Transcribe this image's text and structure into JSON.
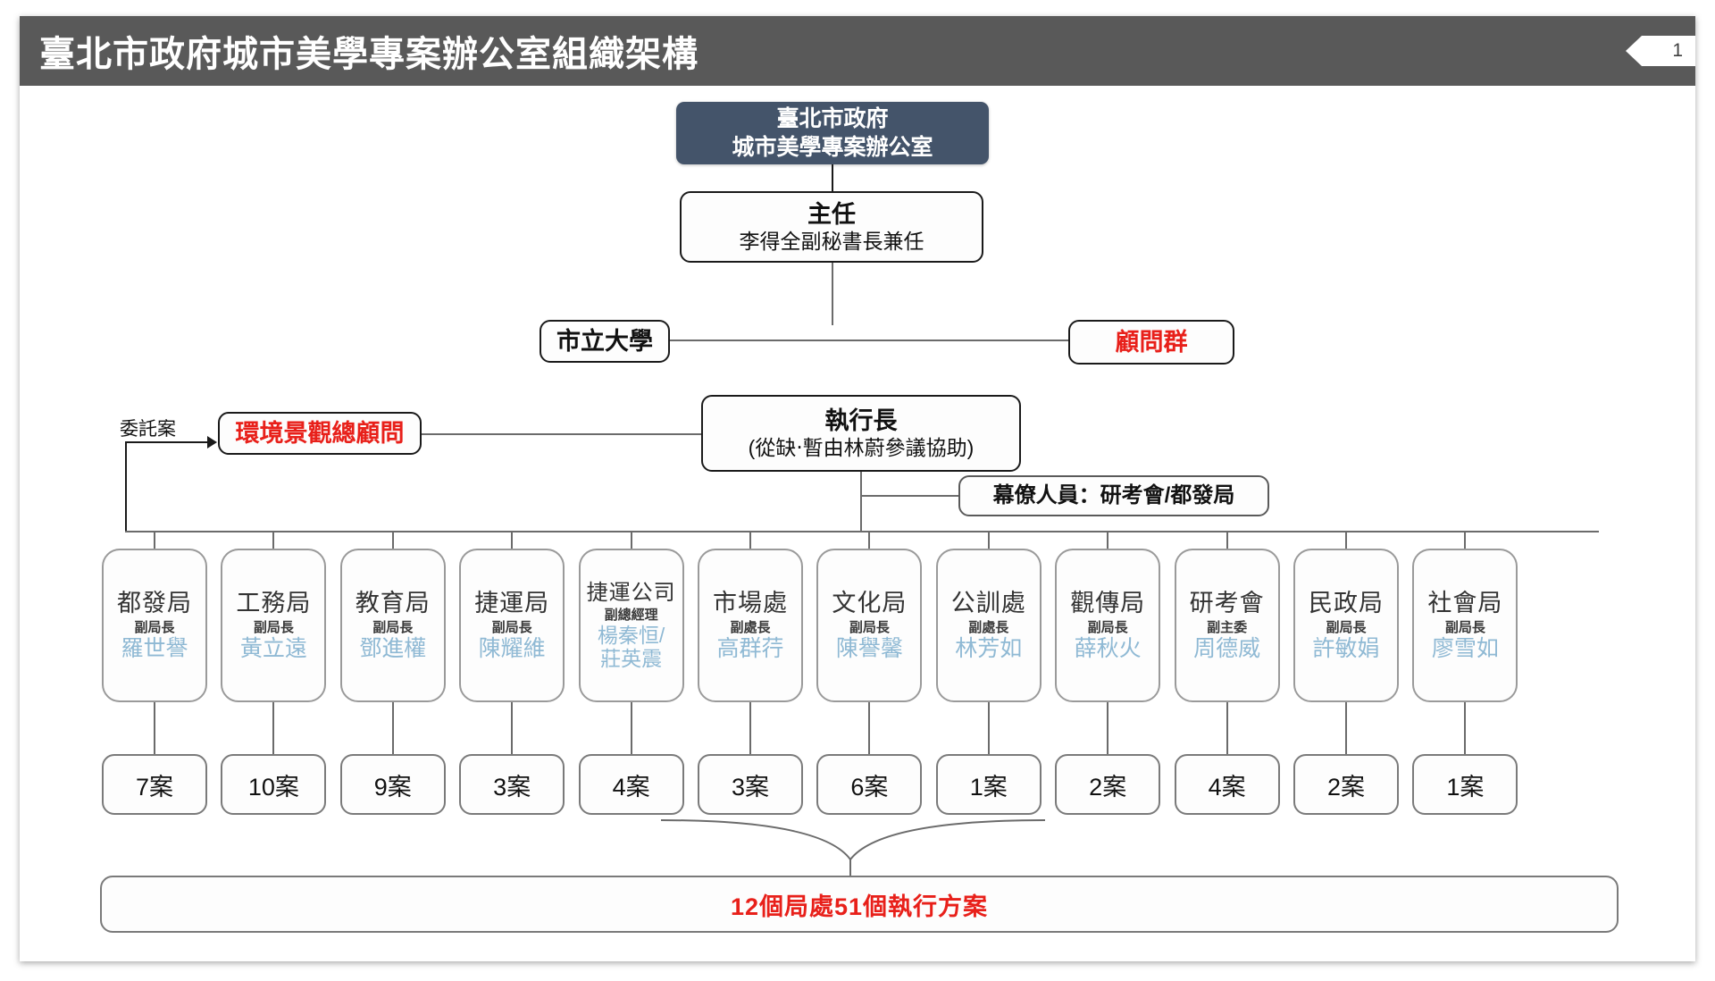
{
  "header": {
    "title": "臺北市政府城市美學專案辦公室組織架構",
    "page_number": "1",
    "bar_color": "#595959"
  },
  "org": {
    "root": {
      "line1": "臺北市政府",
      "line2": "城市美學專案辦公室",
      "color": "#44546a"
    },
    "director": {
      "line1": "主任",
      "line2": "李得全副秘書長兼任"
    },
    "city_university": {
      "label": "市立大學"
    },
    "advisor_group": {
      "label": "顧問群",
      "color": "#e8201a"
    },
    "commission_label": "委託案",
    "chief_advisor": {
      "label": "環境景觀總顧問",
      "color": "#e8201a"
    },
    "executive": {
      "line1": "執行長",
      "line2": "(從缺‧暫由林蔚參議協助)"
    },
    "staff": {
      "label": "幕僚人員：研考會/都發局"
    }
  },
  "departments": [
    {
      "name": "都發局",
      "title": "副局長",
      "person": "羅世譽",
      "cases": "7案"
    },
    {
      "name": "工務局",
      "title": "副局長",
      "person": "黃立遠",
      "cases": "10案"
    },
    {
      "name": "教育局",
      "title": "副局長",
      "person": "鄧進權",
      "cases": "9案"
    },
    {
      "name": "捷運局",
      "title": "副局長",
      "person": "陳耀維",
      "cases": "3案"
    },
    {
      "name": "捷運公司",
      "title": "副總經理",
      "person": "楊秦恒/\n莊英震",
      "cases": "4案"
    },
    {
      "name": "市場處",
      "title": "副處長",
      "person": "高群荇",
      "cases": "3案"
    },
    {
      "name": "文化局",
      "title": "副局長",
      "person": "陳譽馨",
      "cases": "6案"
    },
    {
      "name": "公訓處",
      "title": "副處長",
      "person": "林芳如",
      "cases": "1案"
    },
    {
      "name": "觀傳局",
      "title": "副局長",
      "person": "薛秋火",
      "cases": "2案"
    },
    {
      "name": "研考會",
      "title": "副主委",
      "person": "周德威",
      "cases": "4案"
    },
    {
      "name": "民政局",
      "title": "副局長",
      "person": "許敏娟",
      "cases": "2案"
    },
    {
      "name": "社會局",
      "title": "副局長",
      "person": "廖雪如",
      "cases": "1案"
    }
  ],
  "summary": {
    "label": "12個局處51個執行方案",
    "color": "#e8201a"
  },
  "person_color": "#8fb9d4"
}
